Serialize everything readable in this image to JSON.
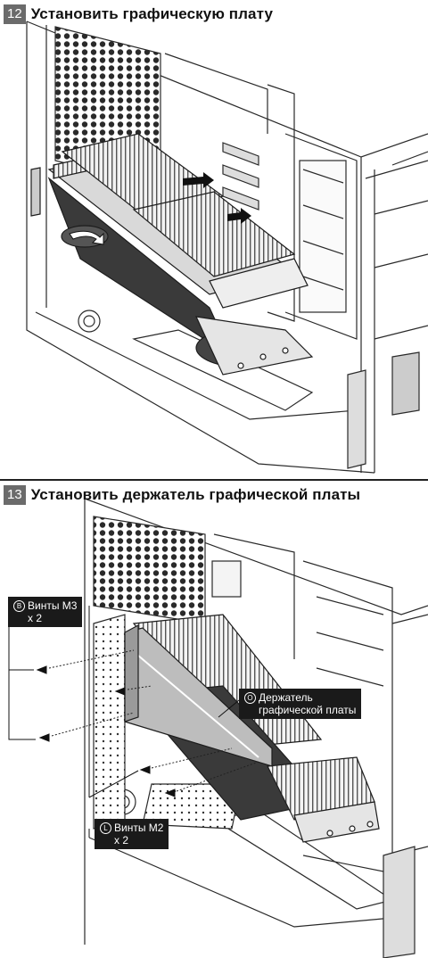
{
  "steps": [
    {
      "number": "12",
      "title": "Установить графическую плату"
    },
    {
      "number": "13",
      "title": "Установить держатель графической платы"
    }
  ],
  "callouts": {
    "m3": {
      "badge": "B",
      "line1": "Винты M3",
      "line2": "x 2"
    },
    "holder": {
      "badge": "O",
      "line1": "Держатель",
      "line2": "графической платы"
    },
    "m2": {
      "badge": "L",
      "line1": "Винты M2",
      "line2": "x 2"
    }
  }
}
